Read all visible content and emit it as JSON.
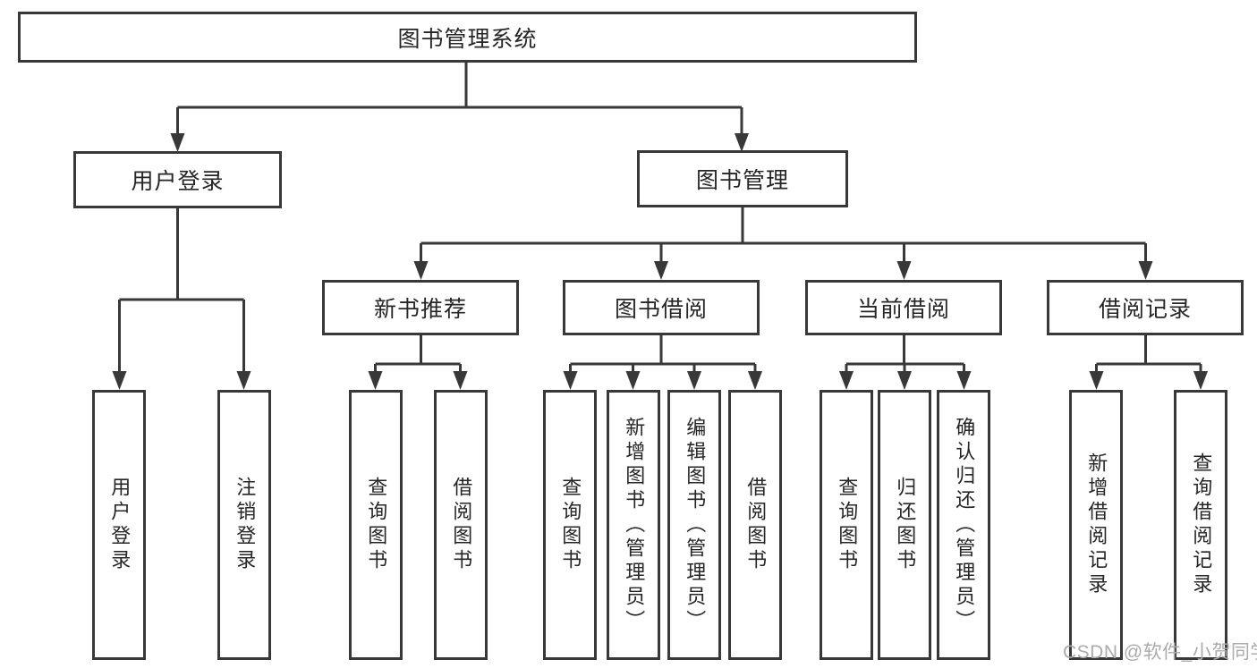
{
  "nodes": {
    "root": "图书管理系统",
    "user_login": "用户登录",
    "book_mgmt": "图书管理",
    "new_book": "新书推荐",
    "book_borrow": "图书借阅",
    "current_borrow": "当前借阅",
    "borrow_record": "借阅记录"
  },
  "leaves": {
    "user_login": [
      "用户登录",
      "注销登录"
    ],
    "new_book": [
      "查询图书",
      "借阅图书"
    ],
    "book_borrow": [
      "查询图书",
      "新增图书（管理员）",
      "编辑图书（管理员）",
      "借阅图书"
    ],
    "current_borrow": [
      "查询图书",
      "归还图书",
      "确认归还（管理员）"
    ],
    "borrow_record": [
      "新增借阅记录",
      "查询借阅记录"
    ]
  },
  "watermark": "CSDN @软件_小贺同学",
  "colors": {
    "line": "#383838",
    "text": "#262626",
    "box_background": "#ffffff",
    "watermark": "#ababab",
    "background": "#ffffff"
  }
}
